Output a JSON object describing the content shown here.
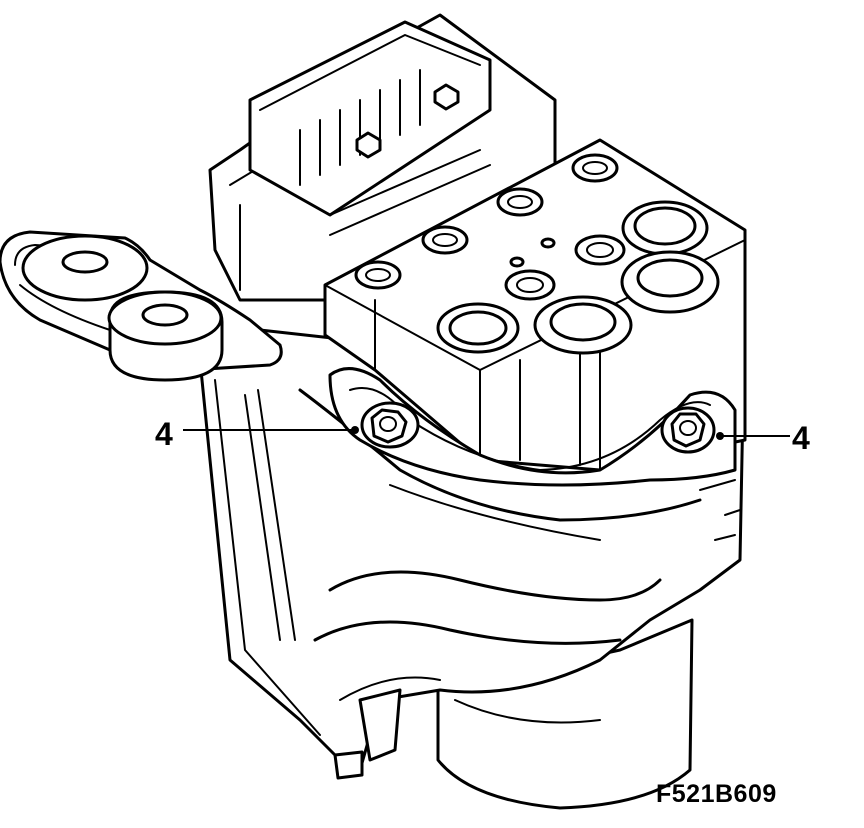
{
  "callouts": [
    {
      "id": "left",
      "label": "4"
    },
    {
      "id": "right",
      "label": "4"
    }
  ],
  "figure_code": "F521B609",
  "colors": {
    "line": "#000000",
    "background": "#ffffff"
  }
}
